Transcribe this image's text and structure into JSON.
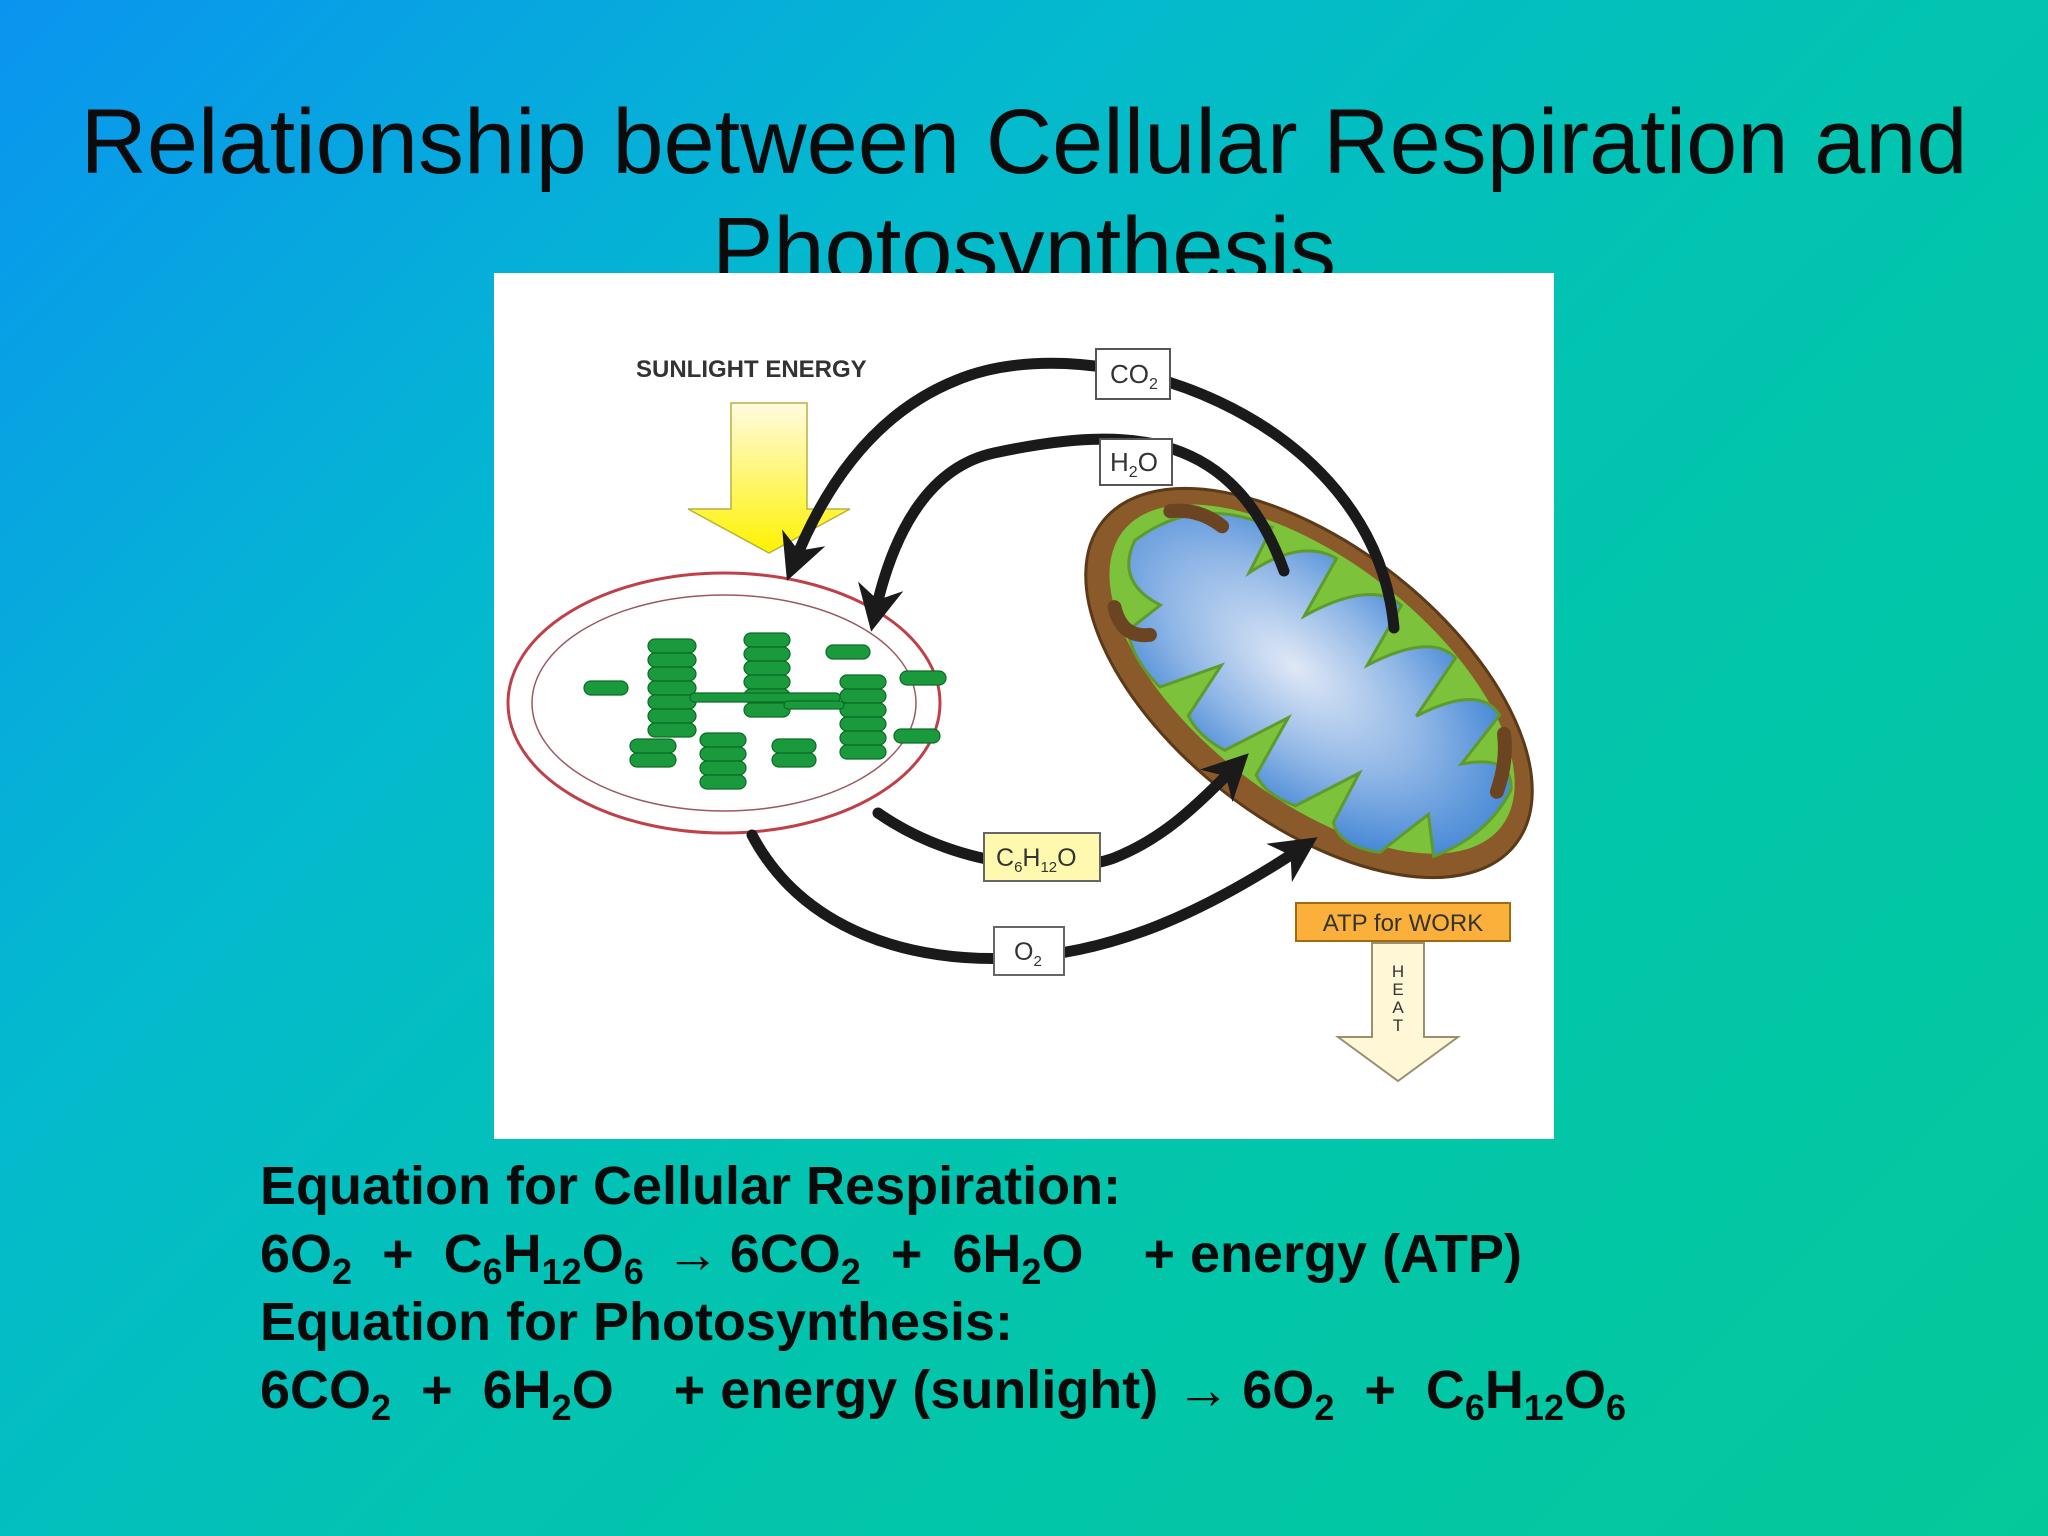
{
  "slide": {
    "title_line1": "Relationship between Cellular Respiration and",
    "title_line2": "Photosynthesis"
  },
  "diagram": {
    "sunlight_label": "SUNLIGHT ENERGY",
    "co2_label": {
      "base": "CO",
      "sub": "2"
    },
    "h2o_label": {
      "base1": "H",
      "sub": "2",
      "base2": "O"
    },
    "glucose_label": {
      "c": "C",
      "c_sub": "6",
      "h": "H",
      "h_sub": "12",
      "o": "O"
    },
    "o2_label": {
      "base": "O",
      "sub": "2"
    },
    "atp_label": "ATP for WORK",
    "heat_letters": [
      "H",
      "E",
      "A",
      "T"
    ],
    "colors": {
      "sunlight_arrow": "#fff200",
      "chloroplast_outline": "#c0404a",
      "thylakoid": "#1a9a3c",
      "mitochondrion_outer": "#8b5a2b",
      "mitochondrion_inner": "#7dc23b",
      "matrix": "#4a90d9",
      "atp_box": "#fbb03b",
      "glucose_box": "#fff9b0",
      "heat_arrow": "#fff7d6"
    }
  },
  "equations": {
    "respiration_heading": "Equation for Cellular Respiration:",
    "respiration": {
      "r1": "6O",
      "r1_sub": "2",
      "plus1": "+",
      "r2_c": "C",
      "r2_c_sub": "6",
      "r2_h": "H",
      "r2_h_sub": "12",
      "r2_o": "O",
      "r2_o_sub": "6",
      "arrow": "→",
      "p1": "6CO",
      "p1_sub": "2",
      "plus2": "+",
      "p2_h": "6H",
      "p2_sub": "2",
      "p2_o": "O",
      "energy": "+ energy (ATP)"
    },
    "photosynthesis_heading": "Equation for Photosynthesis:",
    "photosynthesis": {
      "r1": "6CO",
      "r1_sub": "2",
      "plus1": "+",
      "r2_h": "6H",
      "r2_sub": "2",
      "r2_o": "O",
      "energy": "+ energy (sunlight)",
      "arrow": "→",
      "p1": "6O",
      "p1_sub": "2",
      "plus2": "+",
      "p2_c": "C",
      "p2_c_sub": "6",
      "p2_h": "H",
      "p2_h_sub": "12",
      "p2_o": "O",
      "p2_o_sub": "6"
    }
  }
}
